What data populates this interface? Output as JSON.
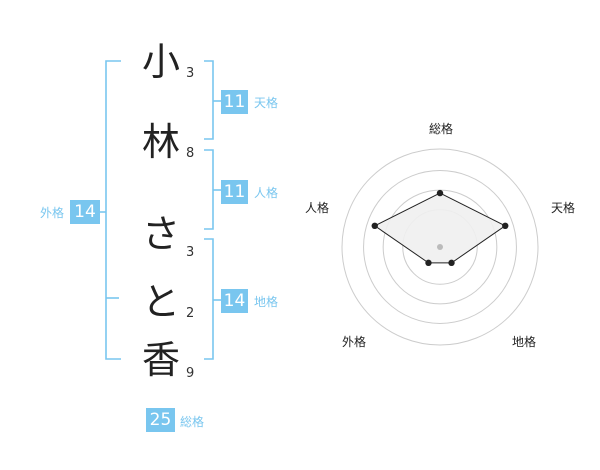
{
  "name": {
    "characters": [
      {
        "char": "小",
        "strokes": "3"
      },
      {
        "char": "林",
        "strokes": "8"
      },
      {
        "char": "さ",
        "strokes": "3"
      },
      {
        "char": "と",
        "strokes": "2"
      },
      {
        "char": "香",
        "strokes": "9"
      }
    ]
  },
  "fortunes": {
    "tenkaku": {
      "value": "11",
      "label": "天格"
    },
    "jinkaku": {
      "value": "11",
      "label": "人格"
    },
    "chikaku": {
      "value": "14",
      "label": "地格"
    },
    "gaikaku": {
      "value": "14",
      "label": "外格"
    },
    "soukaku": {
      "value": "25",
      "label": "総格"
    }
  },
  "radar": {
    "axes": [
      {
        "label": "総格",
        "value": 0.55
      },
      {
        "label": "天格",
        "value": 0.7
      },
      {
        "label": "地格",
        "value": 0.2
      },
      {
        "label": "外格",
        "value": 0.2
      },
      {
        "label": "人格",
        "value": 0.7
      }
    ],
    "colors": {
      "ring": "#cccccc",
      "fill": "#f0f0f0",
      "line": "#222222",
      "center": "#bbbbbb"
    }
  },
  "colors": {
    "accent": "#79c6ef"
  }
}
